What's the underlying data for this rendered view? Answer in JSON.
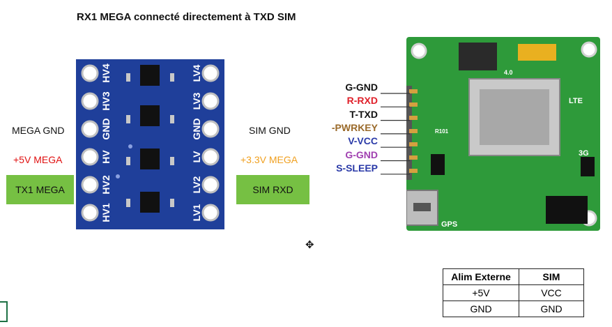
{
  "title": "RX1 MEGA connecté directement à TXD SIM",
  "left_labels": {
    "mega_gnd": "MEGA GND",
    "plus5v_mega": "+5V MEGA",
    "tx1_mega": "TX1 MEGA"
  },
  "right_labels": {
    "sim_gnd": "SIM GND",
    "plus33v_mega": "+3.3V MEGA",
    "sim_rxd": "SIM RXD"
  },
  "level_shifter": {
    "left_pins": [
      "HV4",
      "HV3",
      "GND",
      "HV",
      "HV2",
      "HV1"
    ],
    "right_pins": [
      "LV4",
      "LV3",
      "GND",
      "LV",
      "LV2",
      "LV1"
    ]
  },
  "sim_pins": [
    {
      "label": "G-GND",
      "color": "#111111"
    },
    {
      "label": "R-RXD",
      "color": "#e0202a"
    },
    {
      "label": "T-TXD",
      "color": "#111111"
    },
    {
      "label": "-PWRKEY",
      "color": "#9a6a2a"
    },
    {
      "label": "V-VCC",
      "color": "#2a3aa8"
    },
    {
      "label": "G-GND",
      "color": "#a040b0"
    },
    {
      "label": "S-SLEEP",
      "color": "#2a3aa8"
    }
  ],
  "sim_board": {
    "marks": {
      "lte": "LTE",
      "gps": "GPS",
      "3g": "3G",
      "r101": "R101",
      "v40": "4.0"
    }
  },
  "table": {
    "headers": [
      "Alim Externe",
      "SIM"
    ],
    "rows": [
      [
        "+5V",
        "VCC"
      ],
      [
        "GND",
        "GND"
      ]
    ]
  },
  "colors": {
    "green_box": "#76c043",
    "pcb_blue": "#1f3f9a",
    "pcb_green": "#2e9a3a",
    "red": "#e01010",
    "orange": "#f0a020"
  }
}
